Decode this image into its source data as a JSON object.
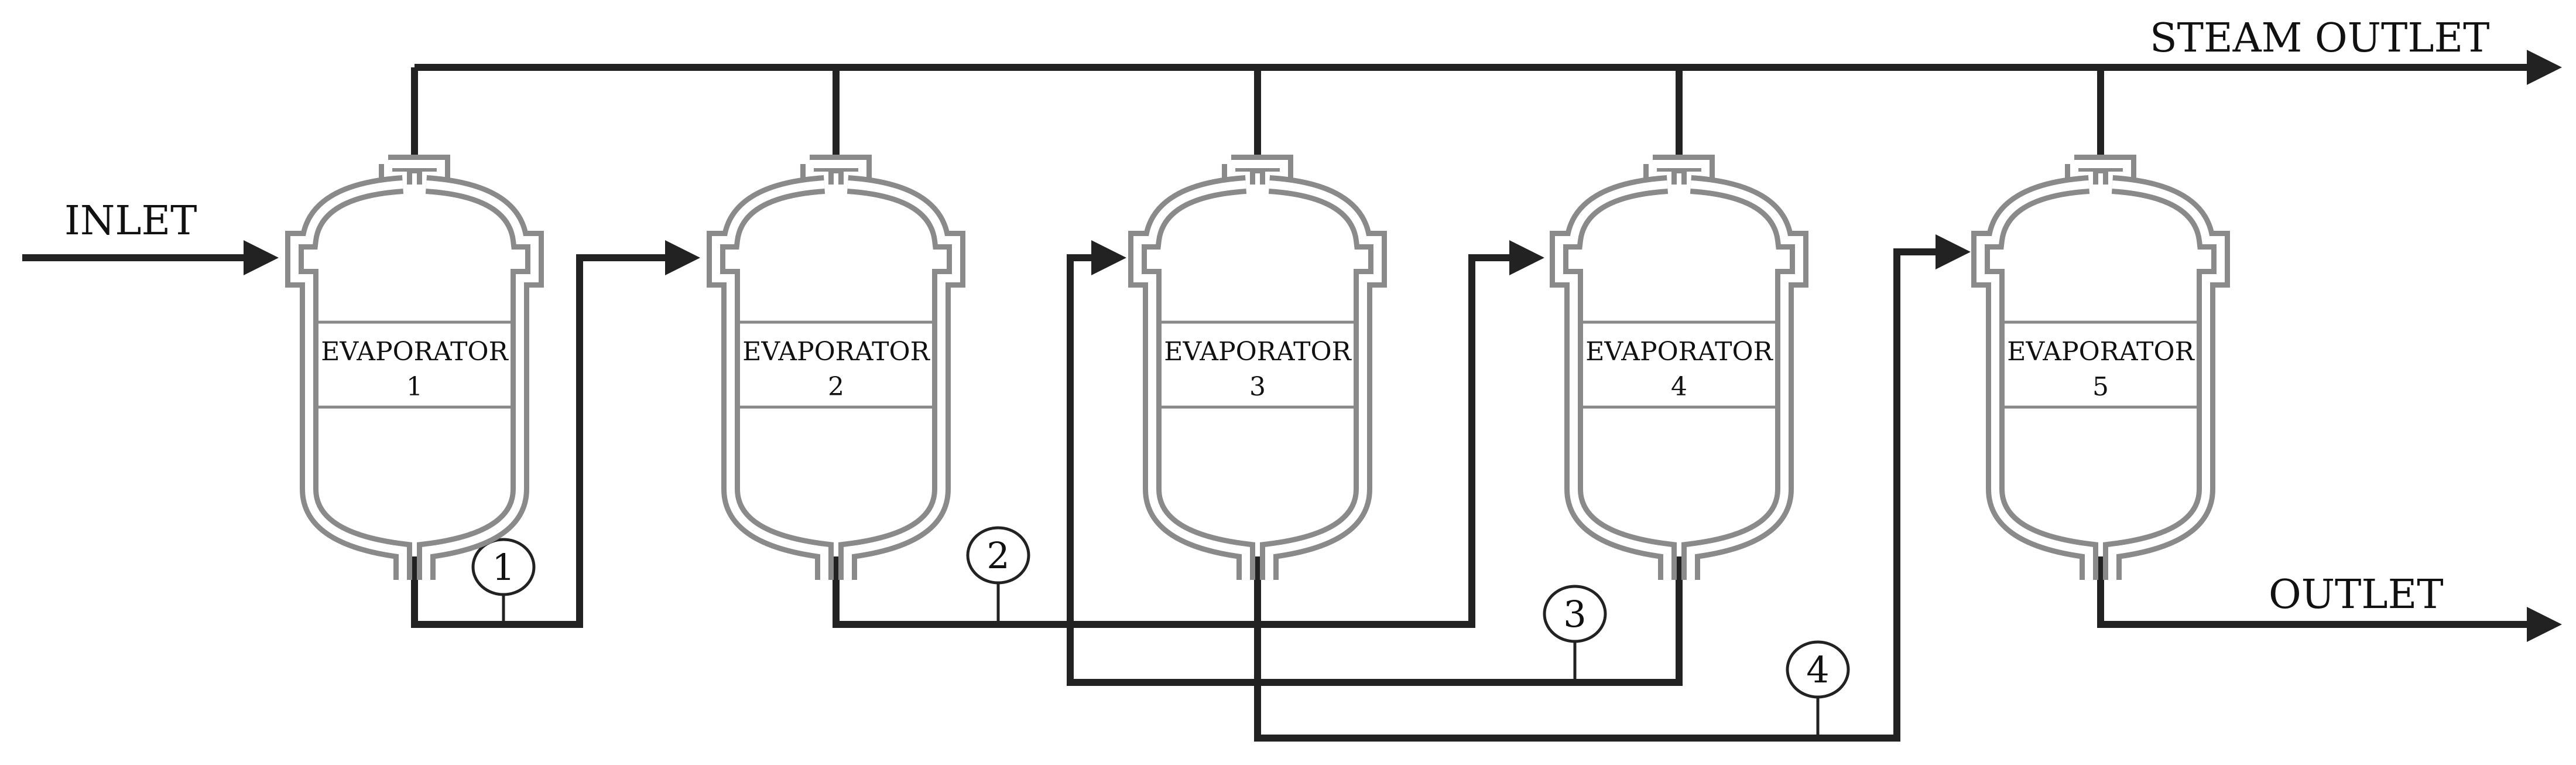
{
  "labels": {
    "inlet": "INLET",
    "steam_outlet": "STEAM OUTLET",
    "outlet": "OUTLET"
  },
  "evaporators": [
    {
      "name": "EVAPORATOR",
      "number": "1"
    },
    {
      "name": "EVAPORATOR",
      "number": "2"
    },
    {
      "name": "EVAPORATOR",
      "number": "3"
    },
    {
      "name": "EVAPORATOR",
      "number": "4"
    },
    {
      "name": "EVAPORATOR",
      "number": "5"
    }
  ],
  "streams": [
    "1",
    "2",
    "3",
    "4"
  ]
}
